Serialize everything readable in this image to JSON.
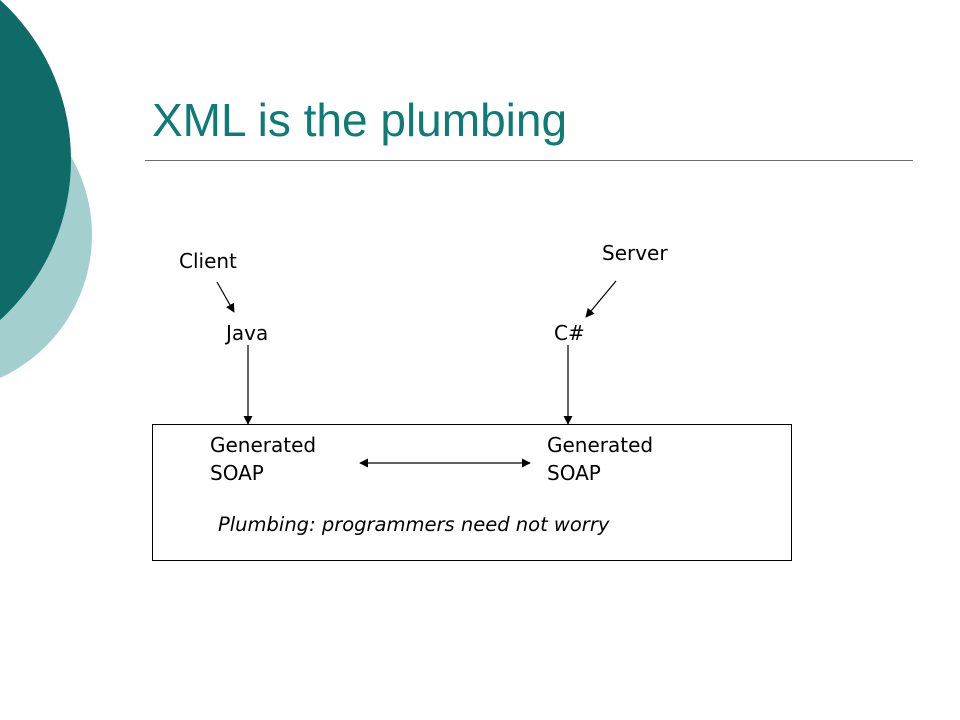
{
  "slide": {
    "title": "XML is the plumbing",
    "accent_colors": {
      "dark_teal": "#0f6b68",
      "light_teal": "#a3d0cf",
      "title": "#0f7b76"
    }
  },
  "diagram": {
    "client_label": "Client",
    "server_label": "Server",
    "client_language": "Java",
    "server_language": "C#",
    "left_generated": [
      "Generated",
      "SOAP"
    ],
    "right_generated": [
      "Generated",
      "SOAP"
    ],
    "plumbing_note": "Plumbing: programmers need not worry"
  }
}
